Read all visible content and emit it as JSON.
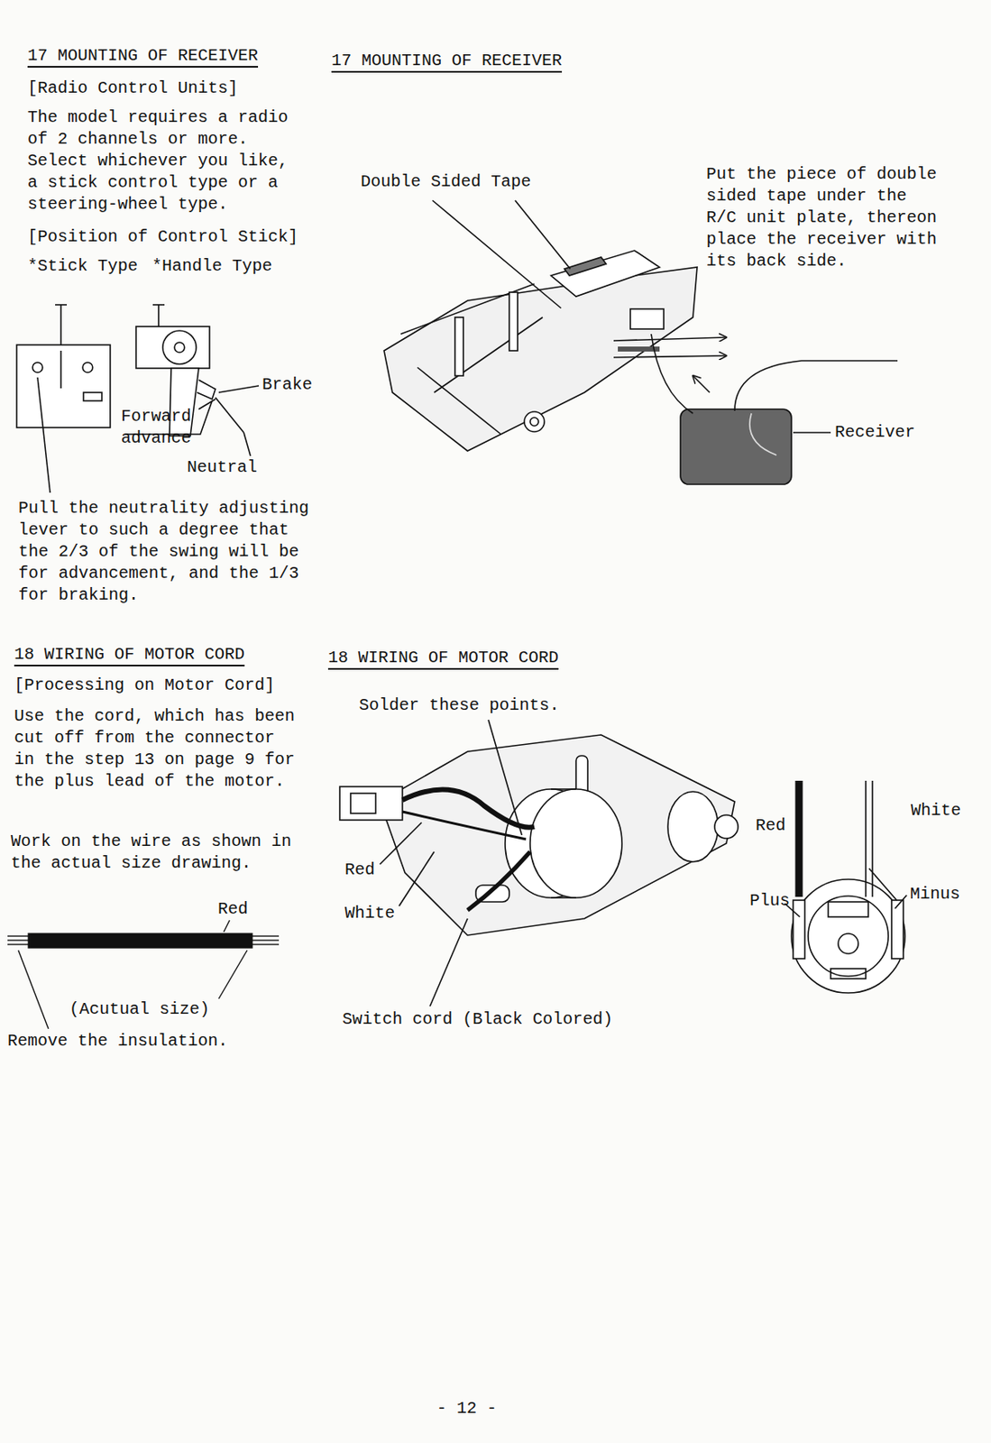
{
  "diagram": {
    "labels": [
      "17 MOUNTING OF RECEIVER",
      "[Radio Control Units]",
      "The model requires a radio of 2 channels or more. Select whichever you like, a stick control type or a steering-wheel type.",
      "[Position of Control Stick]",
      "*Stick Type",
      "*Handle Type",
      "Brake",
      "Forward advance",
      "Neutral",
      "Pull the neutrality adjusting lever to such a degree that the 2/3 of the swing will be for advancement, and the 1/3 for braking.",
      "17 MOUNTING OF RECEIVER",
      "Double Sided Tape",
      "Put the piece of double sided tape under the R/C unit plate, thereon place the receiver with its back side.",
      "Receiver",
      "18 WIRING OF MOTOR CORD",
      "[Processing on Motor Cord]",
      "Use the cord, which has been cut off from the connector in the step 13 on page 9 for the plus lead of the motor.",
      "Work on the wire as shown in the actual size drawing.",
      "Red",
      "(Acutual size)",
      "Remove the insulation.",
      "18 WIRING OF MOTOR CORD",
      "Solder these points.",
      "Red",
      "White",
      "Switch cord (Black Colored)",
      "White",
      "Red",
      "Plus",
      "Minus",
      "- 12 -"
    ]
  }
}
